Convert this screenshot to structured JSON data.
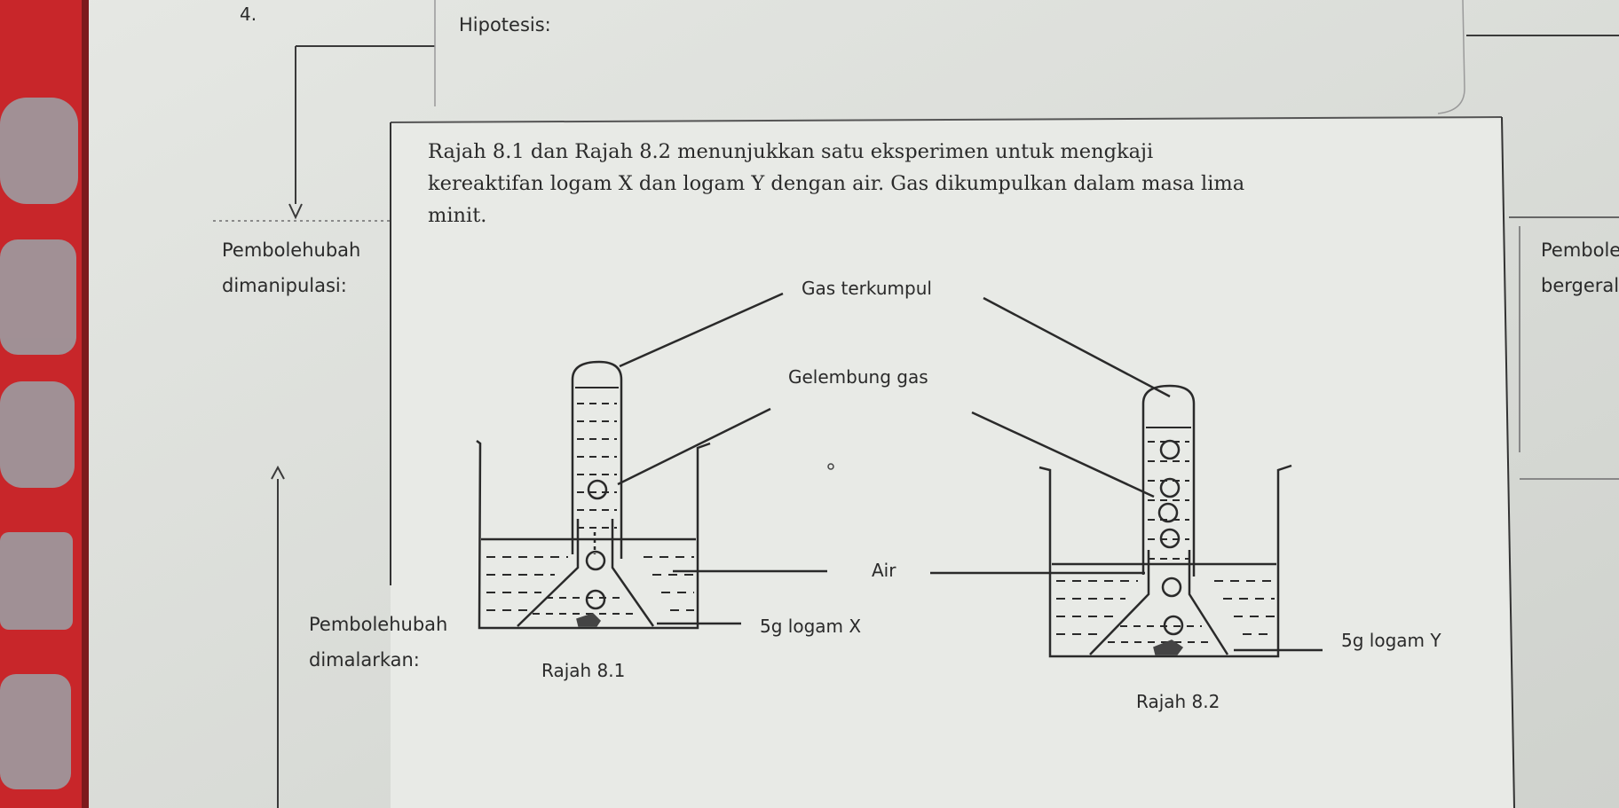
{
  "question_number": "4.",
  "worksheet": {
    "hipotesis_label": "Hipotesis:",
    "manipulated_label_line1": "Pembolehubah",
    "manipulated_label_line2": "dimanipulasi:",
    "controlled_label_line1": "Pembolehubah",
    "controlled_label_line2": "dimalarkan:",
    "responding_label_line1": "Pembole",
    "responding_label_line2": "bergeral"
  },
  "card": {
    "intro_line1": "Rajah 8.1 dan Rajah 8.2 menunjukkan satu eksperimen untuk mengkaji",
    "intro_line2": "kereaktifan logam X dan logam Y dengan air. Gas dikumpulkan dalam masa lima",
    "intro_line3": "minit.",
    "labels": {
      "gas_collected": "Gas terkumpul",
      "gas_bubbles": "Gelembung gas",
      "water": "Air",
      "metal_x": "5g logam X",
      "metal_y": "5g logam Y",
      "figure_1": "Rajah 8.1",
      "figure_2": "Rajah 8.2"
    }
  },
  "colors": {
    "paper": "#e4e6e2",
    "card": "#e9ebe7",
    "ink": "#2a2a2a",
    "book_red": "#c8262a"
  }
}
